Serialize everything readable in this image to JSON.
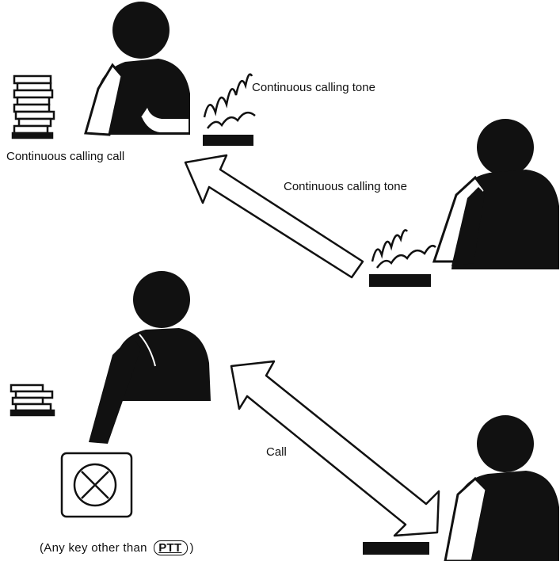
{
  "labels": {
    "tone_top": "Continuous calling tone",
    "calling_call": "Continuous calling call",
    "tone_mid": "Continuous calling tone",
    "call": "Call",
    "any_key_prefix": "(Any key other than",
    "ptt_key": "PTT",
    "any_key_suffix": ")"
  },
  "colors": {
    "ink": "#111111",
    "paper": "#ffffff"
  },
  "icons": [
    "person-silhouette",
    "paper-stack",
    "telephone-handset",
    "ringing-marks",
    "cross-key-icon",
    "arrow"
  ]
}
